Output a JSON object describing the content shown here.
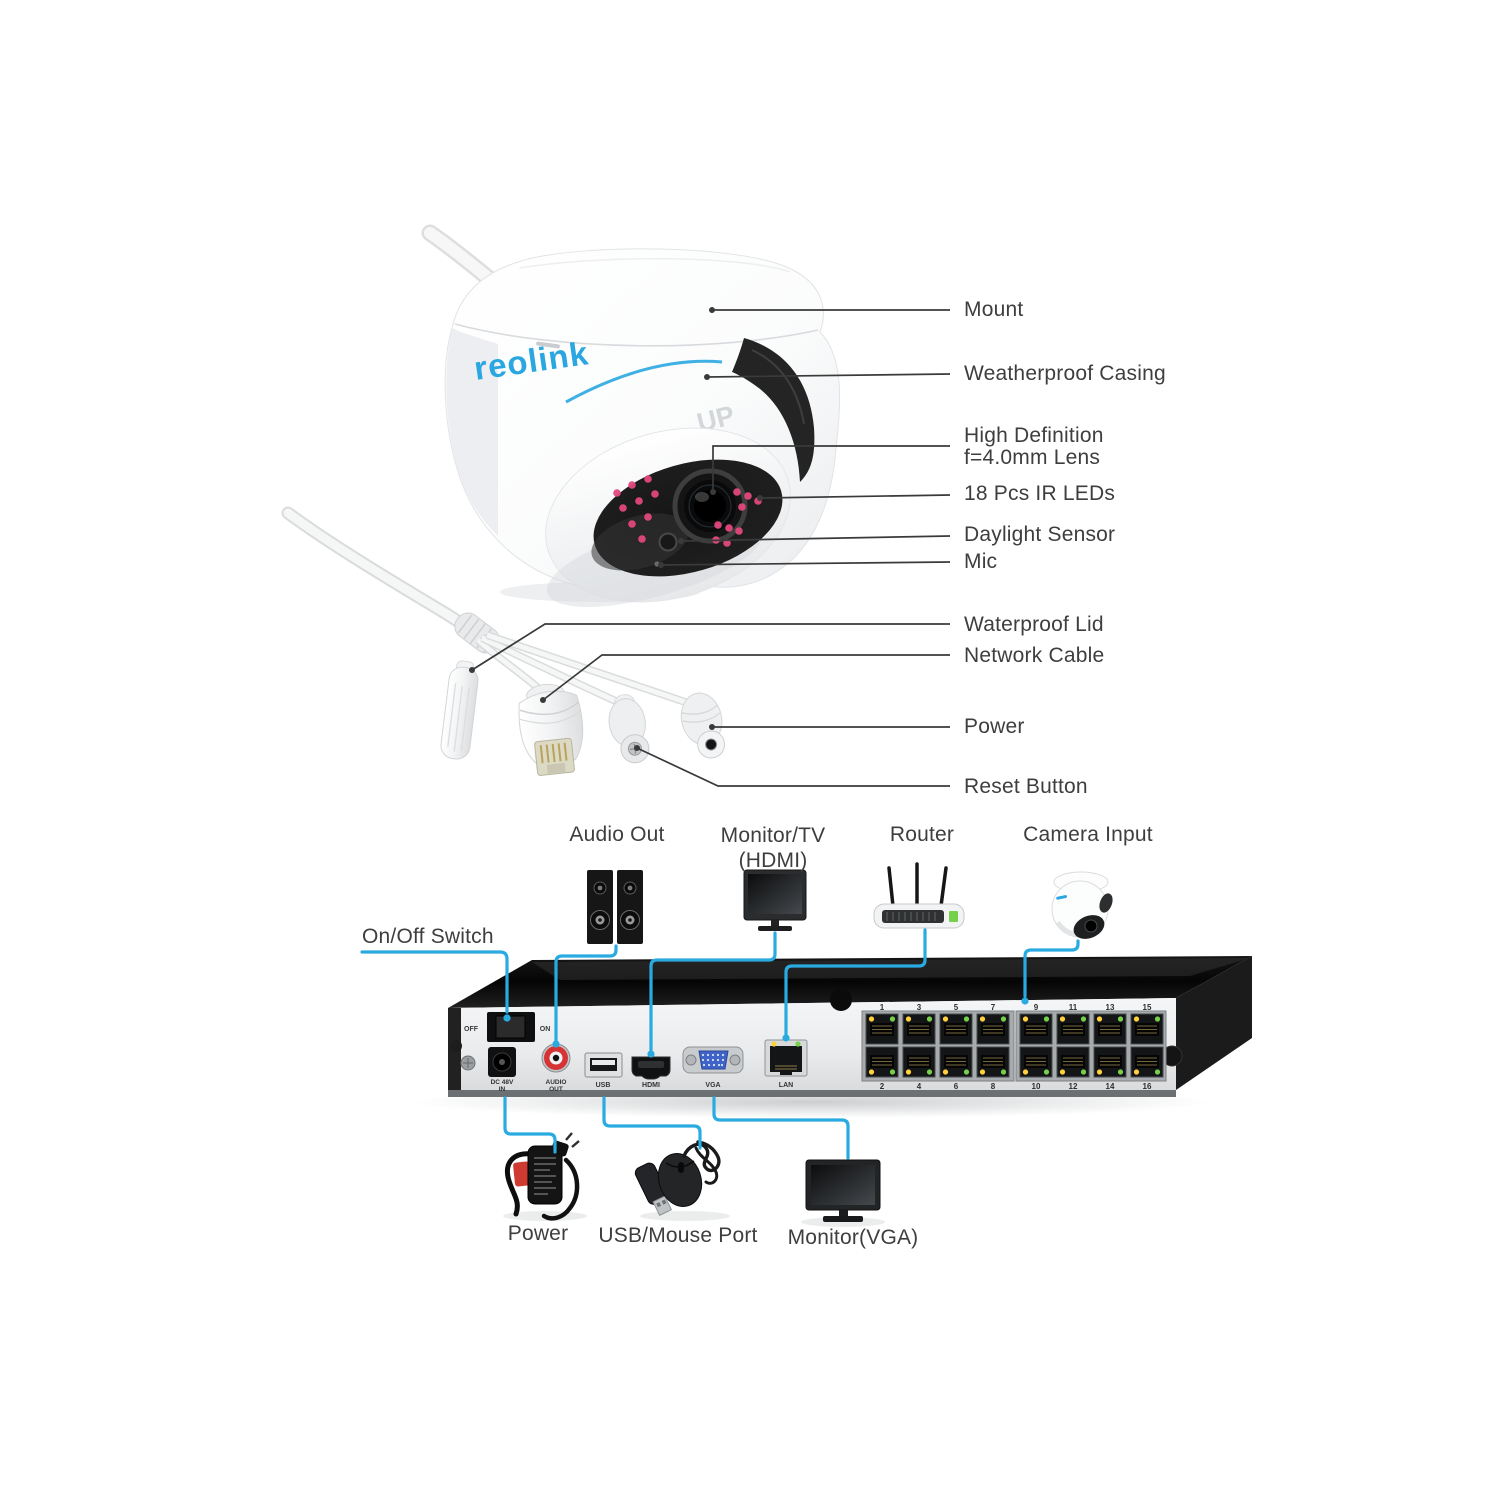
{
  "colors": {
    "accent_line": "#29abe2",
    "callout_line": "#3a3a3a",
    "brand_blue": "#2aa7e0",
    "ir_led_pink": "#e2487e",
    "led_yellow": "#ffd23c",
    "led_green": "#76d14a",
    "vga_blue": "#3f63c8",
    "rca_red": "#d63434",
    "label_text": "#3e3e3e"
  },
  "camera": {
    "brand": "reolink",
    "up": "UP",
    "callouts": {
      "mount": "Mount",
      "casing": "Weatherproof Casing",
      "lens1": "High Definition",
      "lens2": "f=4.0mm Lens",
      "ir": "18 Pcs IR LEDs",
      "daylight": "Daylight Sensor",
      "mic": "Mic"
    }
  },
  "cable": {
    "callouts": {
      "lid": "Waterproof Lid",
      "network": "Network Cable",
      "power": "Power",
      "reset": "Reset Button"
    }
  },
  "nvr": {
    "devices_top": {
      "audio": "Audio Out",
      "monitor1": "Monitor/TV",
      "monitor2": "(HDMI)",
      "router": "Router",
      "camera": "Camera Input"
    },
    "switch_label": "On/Off Switch",
    "devices_bottom": {
      "power": "Power",
      "usb": "USB/Mouse Port",
      "monitor": "Monitor(VGA)"
    },
    "panel": {
      "off": "OFF",
      "on": "ON",
      "dc1": "DC 48V",
      "dc2": "IN",
      "audio1": "AUDIO",
      "audio2": "OUT",
      "usb": "USB",
      "hdmi": "HDMI",
      "vga": "VGA",
      "lan": "LAN",
      "poe_top": [
        "1",
        "3",
        "5",
        "7",
        "9",
        "11",
        "13",
        "15"
      ],
      "poe_bottom": [
        "2",
        "4",
        "6",
        "8",
        "10",
        "12",
        "14",
        "16"
      ]
    }
  }
}
